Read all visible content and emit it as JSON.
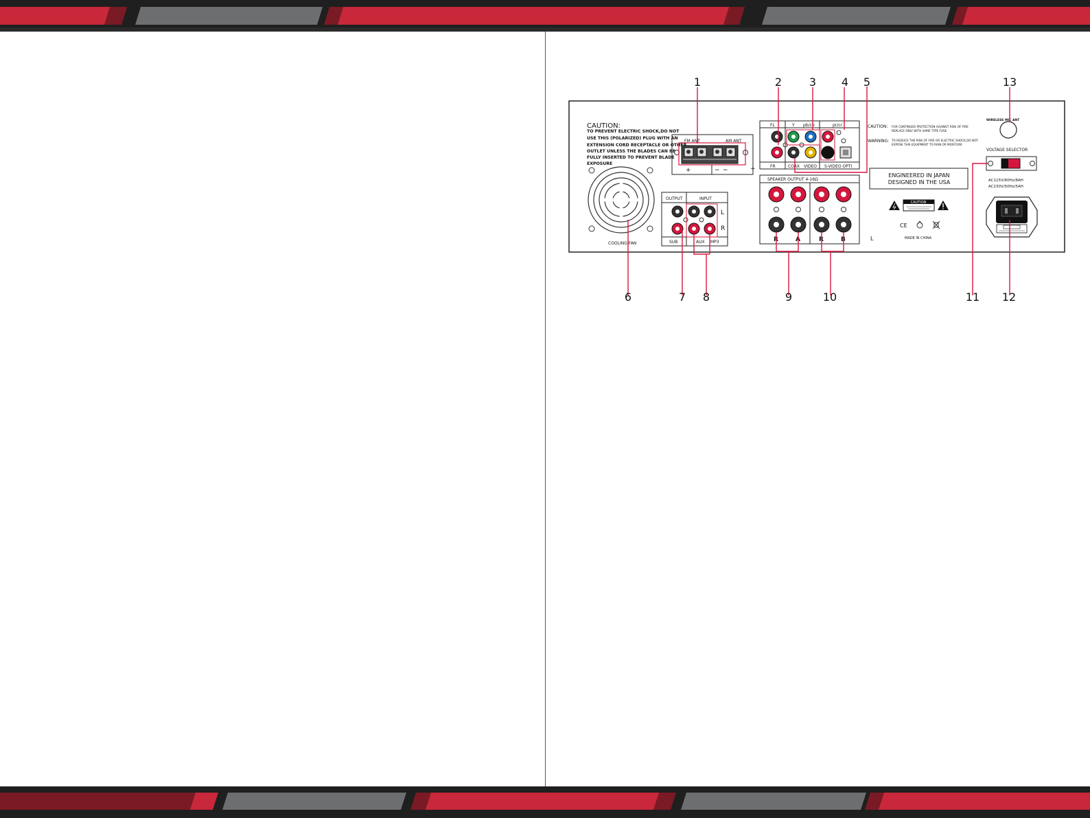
{
  "colors": {
    "accent_red": "#c8283a",
    "dark_red": "#7a1a24",
    "band_gray": "#6d6e70",
    "band_black": "#1f1f1f",
    "jack_red": "#d6173d"
  },
  "callouts": [
    "1",
    "2",
    "3",
    "4",
    "5",
    "6",
    "7",
    "8",
    "9",
    "10",
    "11",
    "12",
    "13"
  ],
  "panel": {
    "caution_title": "CAUTION:",
    "caution_lines": [
      "TO PREVENT ELECTRIC SHOCK,DO NOT",
      "USE THIS (POLARIZED) PLUG WITH AN",
      "EXTENSION CORD RECEPTACLE OR OTHER",
      "OUTLET UNLESS THE BLADES CAN BE",
      "FULLY INSERTED TO PREVENT BLADE",
      "EXPOSURE"
    ],
    "cooling_fan": "COOLING FAN",
    "fm_ant": "FM ANT",
    "am_ant": "AM ANT",
    "plus": "+",
    "minus": "−",
    "output": "OUTPUT",
    "input": "INPUT",
    "l": "L",
    "r": "R",
    "sub": "SUB",
    "aux": "AUX",
    "mp3": "MP3",
    "fl": "FL",
    "y": "Y",
    "pb_cb": "pb/cb",
    "pr_cr": "pr/cr",
    "fr": "FR",
    "coax": "COAX",
    "video": "VIDEO",
    "svideo_opti": "S-VIDEO OPTI",
    "speaker_output": "SPEAKER   OUTPUT   4-16Ω",
    "spk_r": "R",
    "spk_a": "A",
    "spk_r2": "R",
    "spk_b": "B",
    "caution_label": "CAUTION:",
    "caution_text_1": "FOR CONTINUED PROTECTION AGAINST RISK OF FIRE",
    "caution_text_2": "REPLACE ONLY WITH SAME TYPE FUSE",
    "warning_label": "WARNING:",
    "warning_text_1": "TO REDUCE THE RISK OF FIRE OR ELECTRIC SHOCK,DO NOT",
    "warning_text_2": "EXPOSE THIS EQUIPMENT TO RAIN OR MOISTURE",
    "engineered": "ENGINEERED IN JAPAN",
    "designed": "DESIGNED IN THE USA",
    "caution_badge": "CAUTION",
    "ce": "CE",
    "made_in": "MADE IN CHINA",
    "wireless_mic": "WIRELESS MIC ANT",
    "voltage_selector": "VOLTAGE SELECTOR",
    "ac115": "AC115V/60Hz/8AH",
    "ac230": "AC230V/50Hz/5AH"
  }
}
